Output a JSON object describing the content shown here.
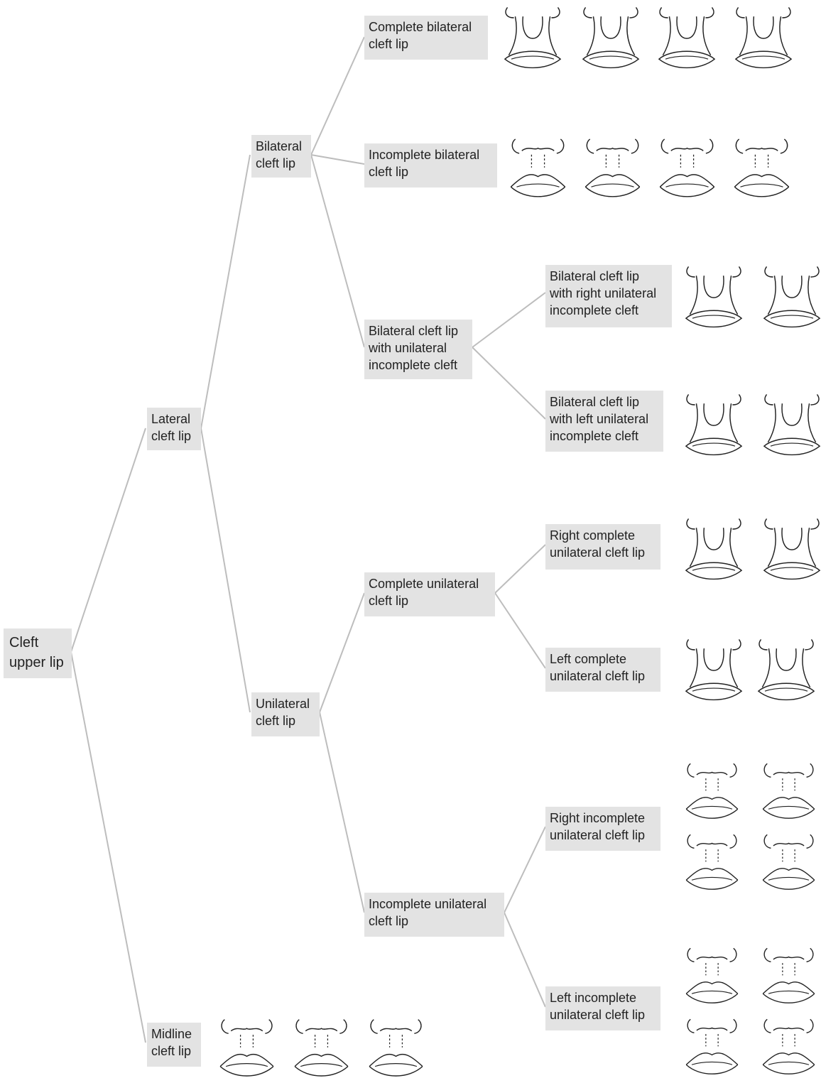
{
  "nodes": {
    "root": "Cleft\nupper lip",
    "lateral": "Lateral\ncleft lip",
    "midline": "Midline\ncleft lip",
    "bilateral": "Bilateral\ncleft lip",
    "unilateral": "Unilateral\ncleft lip",
    "complete_bilateral": "Complete bilateral\ncleft lip",
    "incomplete_bilateral": "Incomplete bilateral\ncleft lip",
    "bilateral_unilateral_incomplete": "Bilateral cleft lip\nwith unilateral\nincomplete cleft",
    "bilateral_right_incomplete": "Bilateral cleft lip\nwith right unilateral\nincomplete cleft",
    "bilateral_left_incomplete": "Bilateral cleft lip\nwith left unilateral\nincomplete cleft",
    "complete_unilateral": "Complete unilateral\ncleft lip",
    "incomplete_unilateral": "Incomplete unilateral\ncleft lip",
    "right_complete": "Right complete\nunilateral cleft lip",
    "left_complete": "Left complete\nunilateral cleft lip",
    "right_incomplete": "Right incomplete\nunilateral cleft lip",
    "left_incomplete": "Left incomplete\nunilateral cleft lip"
  },
  "colors": {
    "box": "#e3e3e3",
    "line": "#bdbdbd",
    "ink": "#222222"
  }
}
